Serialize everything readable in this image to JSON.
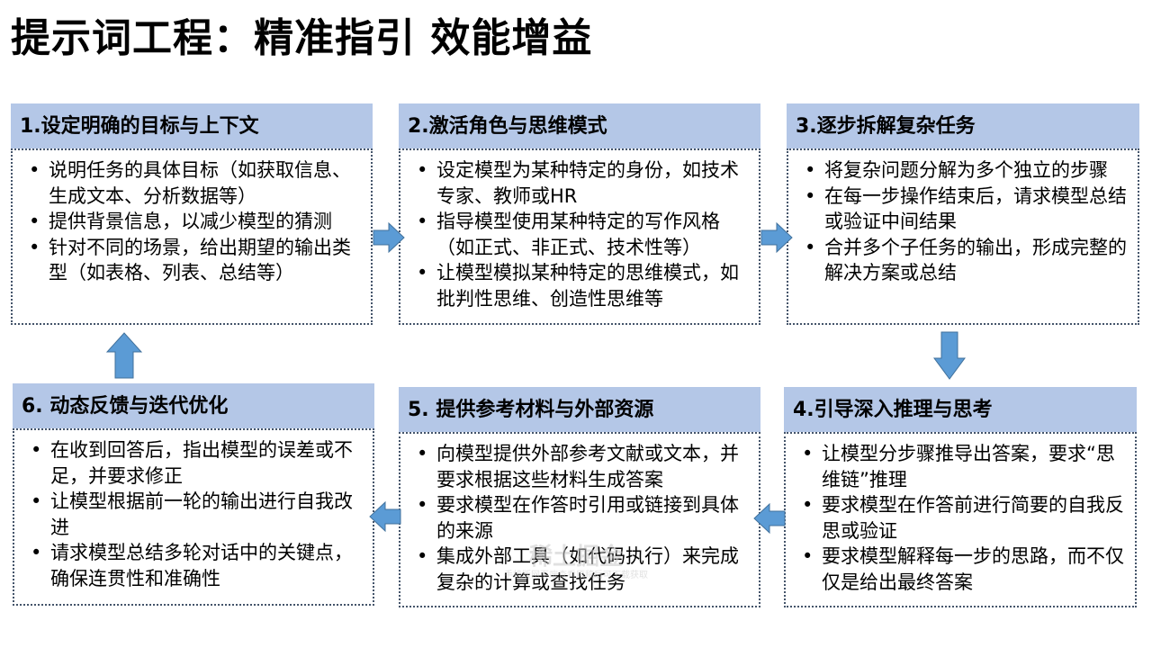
{
  "title": "提示词工程：精准指引 效能增益",
  "cards": [
    {
      "heading": "1.设定明确的目标与上下文",
      "bullets": [
        "说明任务的具体目标（如获取信息、生成文本、分析数据等）",
        "提供背景信息，以减少模型的猜测",
        "针对不同的场景，给出期望的输出类型（如表格、列表、总结等）"
      ]
    },
    {
      "heading": "2.激活角色与思维模式",
      "bullets": [
        "设定模型为某种特定的身份，如技术专家、教师或HR",
        "指导模型使用某种特定的写作风格（如正式、非正式、技术性等）",
        "让模型模拟某种特定的思维模式，如批判性思维、创造性思维等"
      ]
    },
    {
      "heading": "3.逐步拆解复杂任务",
      "bullets": [
        "将复杂问题分解为多个独立的步骤",
        "在每一步操作结束后，请求模型总结或验证中间结果",
        "合并多个子任务的输出，形成完整的解决方案或总结"
      ]
    },
    {
      "heading": "4.引导深入推理与思考",
      "bullets": [
        "让模型分步骤推导出答案，要求“思维链”推理",
        "要求模型在作答前进行简要的自我反思或验证",
        "要求模型解释每一步的思路，而不仅仅是给出最终答案"
      ]
    },
    {
      "heading": "5. 提供参考材料与外部资源",
      "bullets": [
        "向模型提供外部参考文献或文本，并要求根据这些材料生成答案",
        "要求模型在作答时引用或链接到具体的来源",
        "集成外部工具（如代码执行）来完成复杂的计算或查找任务"
      ]
    },
    {
      "heading": "6. 动态反馈与迭代优化",
      "bullets": [
        "在收到回答后，指出模型的误差或不足，并要求修正",
        "让模型根据前一轮的输出进行自我改进",
        "请求模型总结多轮对话中的关键点，确保连贯性和准确性"
      ]
    }
  ],
  "watermark": {
    "main": "稀土掘金",
    "sub": "手机版网页端查看原稿后可下载获取"
  },
  "colors": {
    "header_bg": "#b4c7e7",
    "border": "#44546a",
    "arrow": "#5b9bd5"
  },
  "icons": {
    "arrow_right": "arrow-right-icon",
    "arrow_down": "arrow-down-icon",
    "arrow_left": "arrow-left-icon",
    "arrow_up": "arrow-up-icon"
  }
}
